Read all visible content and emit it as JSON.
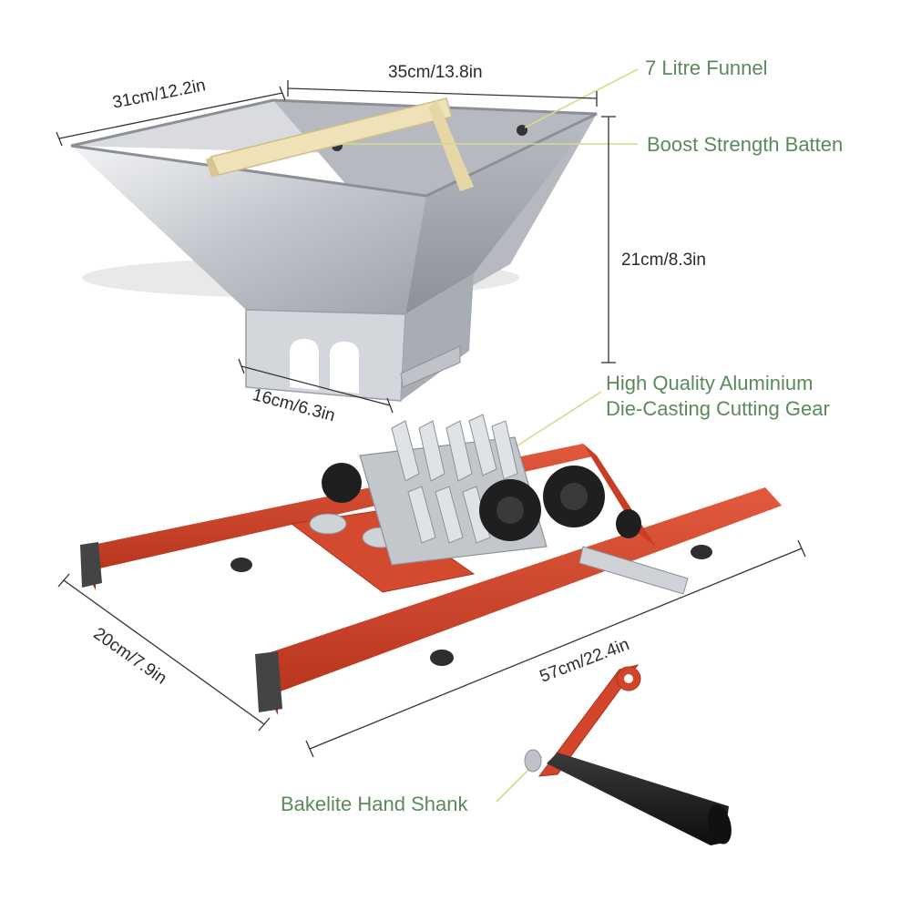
{
  "callouts": {
    "funnel": "7 Litre Funnel",
    "batten": "Boost Strength Batten",
    "gear_line1": "High Quality Aluminium",
    "gear_line2": "Die-Casting Cutting Gear",
    "handle": "Bakelite Hand Shank"
  },
  "dimensions": {
    "funnel_width": "31cm/12.2in",
    "funnel_length": "35cm/13.8in",
    "funnel_height": "21cm/8.3in",
    "outlet_width": "16cm/6.3in",
    "base_width": "20cm/7.9in",
    "base_length": "57cm/22.4in"
  },
  "colors": {
    "callout_text": "#5a8a5c",
    "callout_line": "#d8d98a",
    "frame_red": "#d2452b",
    "steel": "#c9ccd1",
    "wood": "#efe2b8",
    "dim_text": "#2a2a2a"
  }
}
